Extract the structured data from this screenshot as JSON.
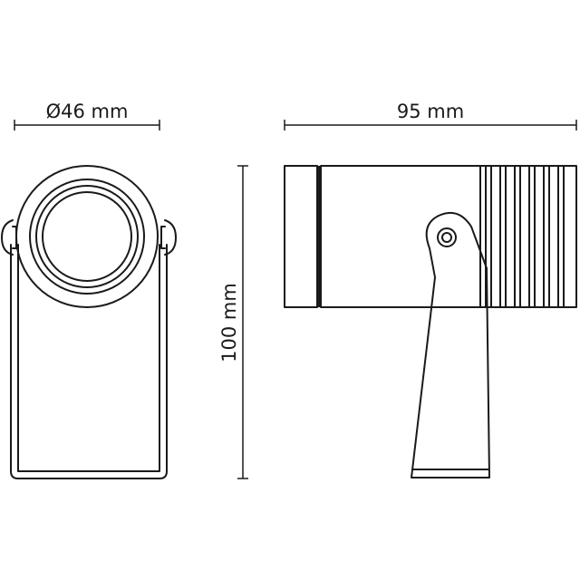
{
  "dimensions": {
    "diameter_label": "Ø46 mm",
    "length_label": "95 mm",
    "height_label": "100 mm"
  },
  "colors": {
    "line": "#1a1a1a",
    "background": "#ffffff"
  }
}
